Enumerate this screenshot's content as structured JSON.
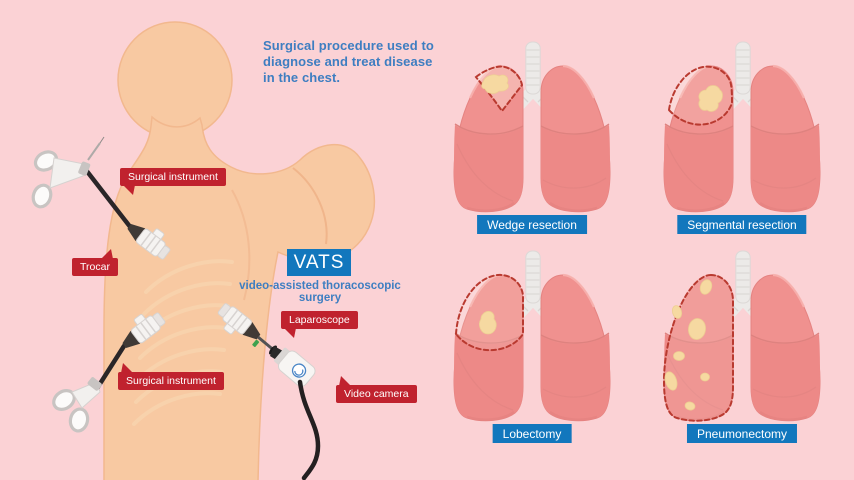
{
  "colors": {
    "background": "#FBD2D5",
    "skin": "#F8C9A2",
    "skin_outline": "#F2B88E",
    "crease": "#EDAD83",
    "rib": "#F9D3AE",
    "label_red": "#C0222E",
    "accent_blue": "#1277BD",
    "text_blue": "#3E7EC1",
    "lung_pink": "#F0918F",
    "lung_shade": "#ED8987",
    "lung_outline": "#E58381",
    "trachea_gray": "#ECEAE8",
    "tumor_yellow": "#F6D9A1",
    "dash_red": "#B93A30"
  },
  "description": {
    "lines": [
      "Surgical procedure used to",
      "diagnose and treat disease",
      "in the chest."
    ]
  },
  "vats": {
    "acronym": "VATS",
    "full_name": "video-assisted thoracoscopic surgery"
  },
  "callouts": [
    {
      "label": "Surgical instrument"
    },
    {
      "label": "Trocar"
    },
    {
      "label": "Laparoscope"
    },
    {
      "label": "Video camera"
    },
    {
      "label": "Surgical instrument"
    }
  ],
  "procedures": [
    {
      "label": "Wedge resection",
      "variant": "wedge"
    },
    {
      "label": "Segmental resection",
      "variant": "segmental"
    },
    {
      "label": "Lobectomy",
      "variant": "lobectomy"
    },
    {
      "label": "Pneumonectomy",
      "variant": "pneumonectomy"
    }
  ]
}
